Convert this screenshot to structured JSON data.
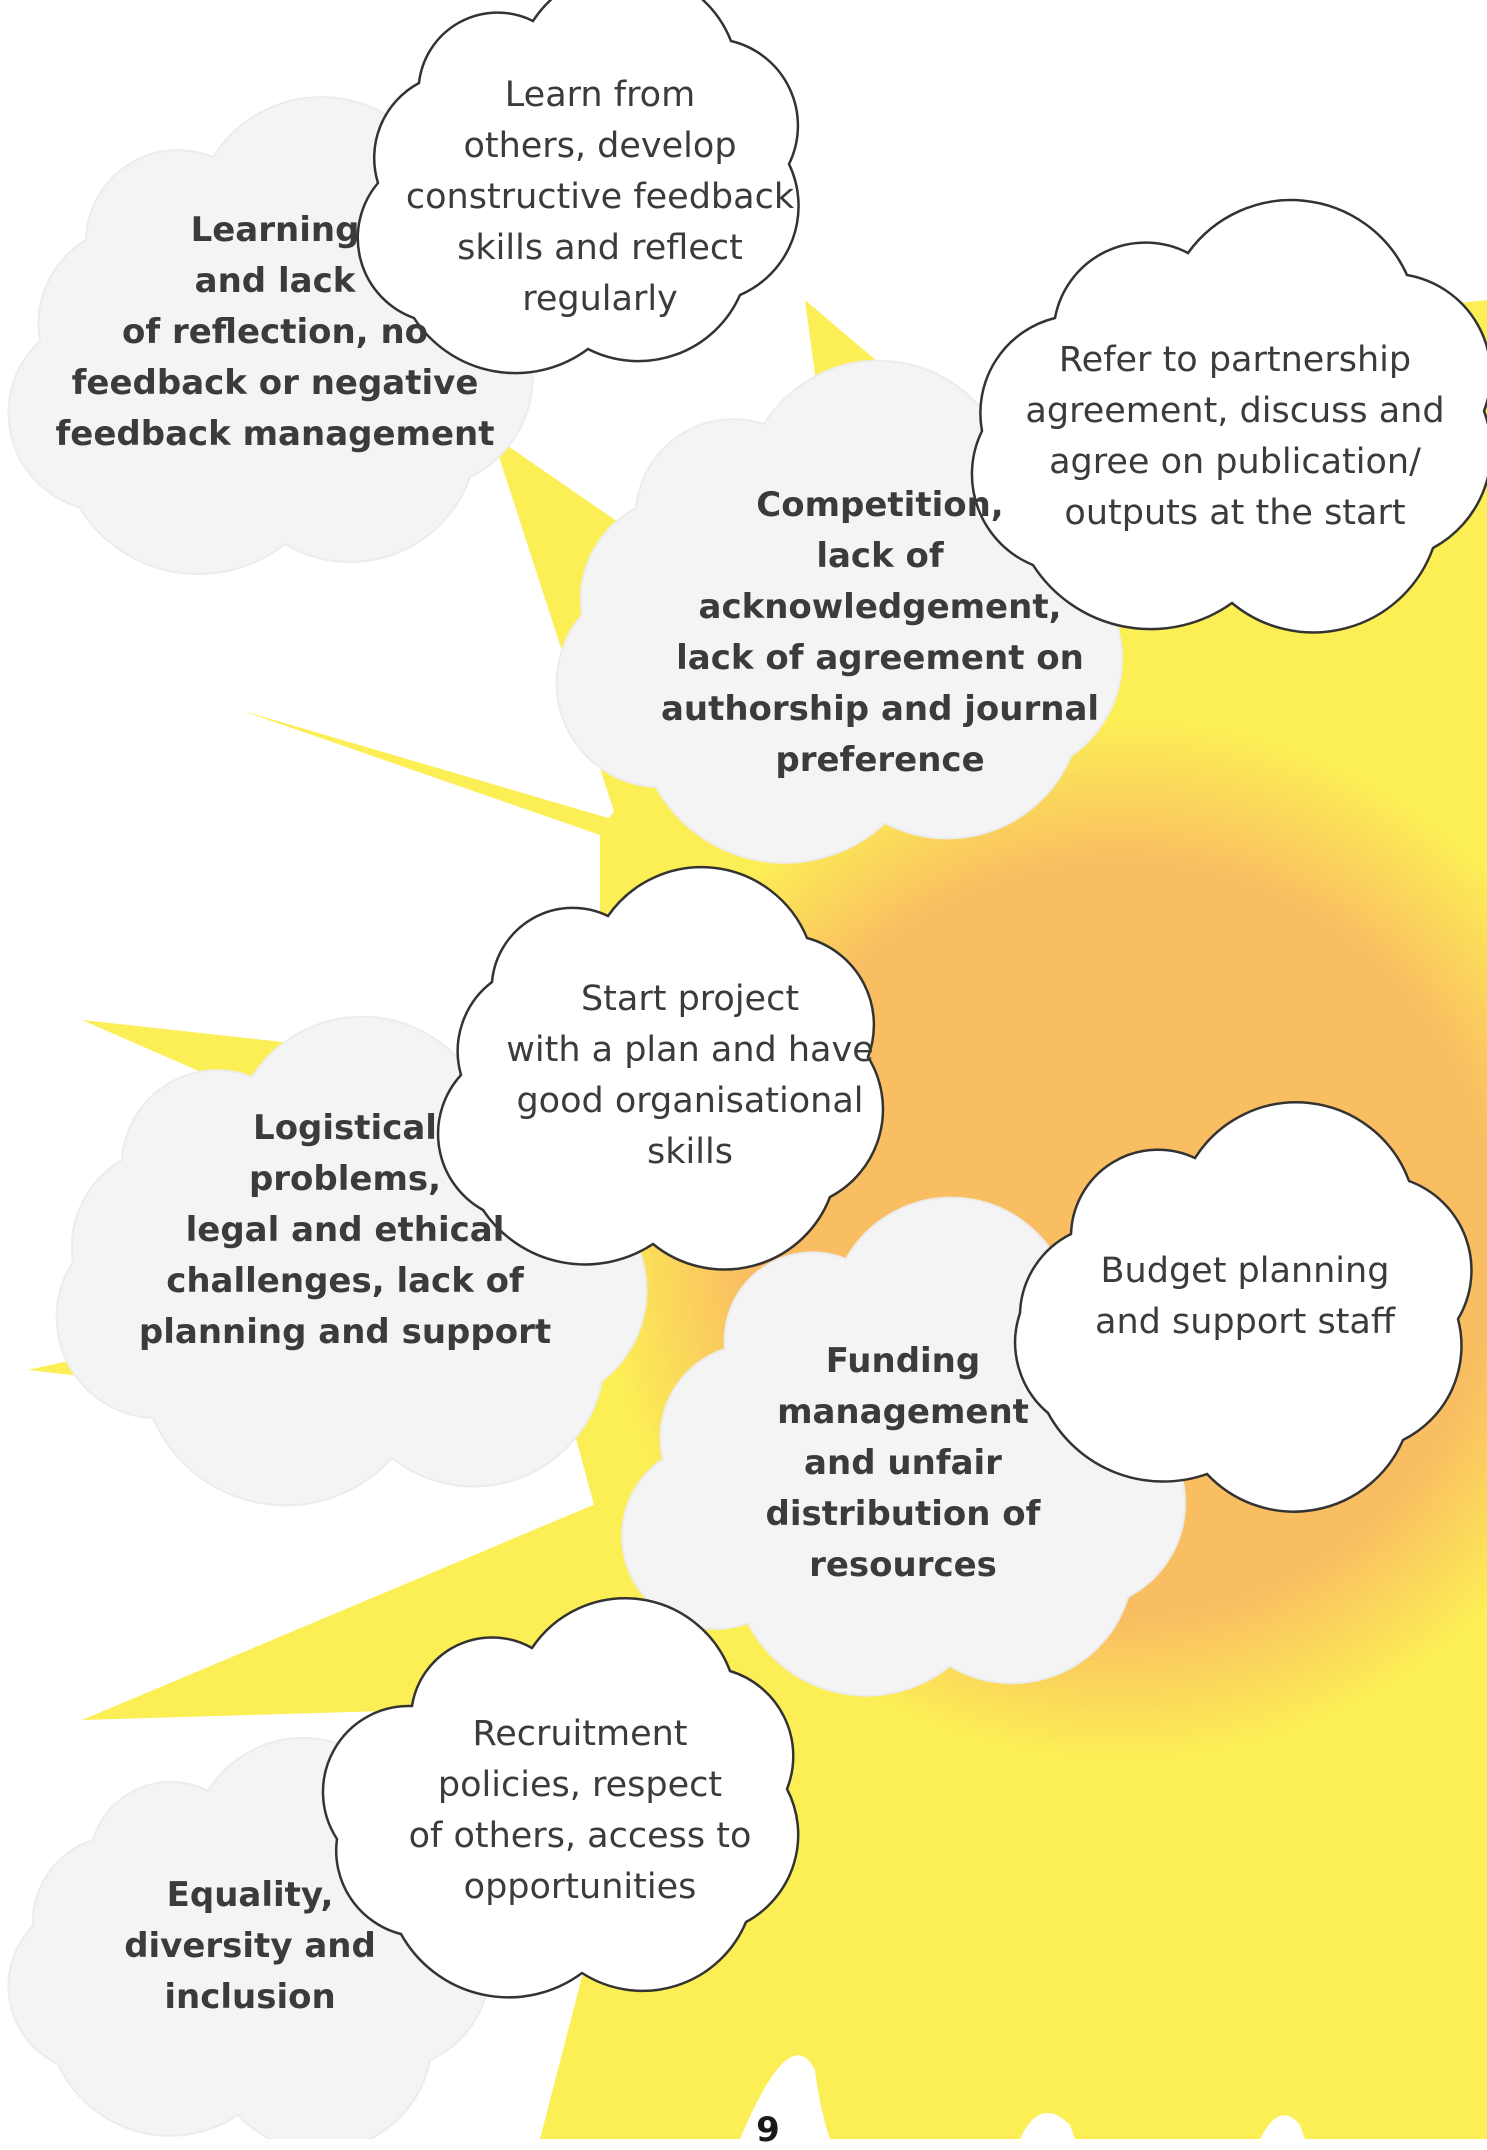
{
  "colors": {
    "sun_yellow": "#fcee55",
    "sun_core": "#f9bd62",
    "challenge_cloud_fill": "#f4f4f4",
    "challenge_cloud_stroke": "#ececec",
    "solution_cloud_fill": "#ffffff",
    "solution_cloud_stroke": "#333333",
    "text": "#3b3b3b"
  },
  "pairs": [
    {
      "challenge": "Learning\nand lack\nof reflection, no\nfeedback or negative\nfeedback management",
      "solution": "Learn from\nothers, develop\nconstructive feedback\nskills and reflect\nregularly"
    },
    {
      "challenge": "Competition,\nlack of\nacknowledgement,\nlack of agreement on\nauthorship and journal\npreference",
      "solution": "Refer to partnership\nagreement, discuss and\nagree on publication/\noutputs at the start"
    },
    {
      "challenge": "Logistical\nproblems,\nlegal and ethical\nchallenges, lack of\nplanning and support",
      "solution": "Start project\nwith a plan and have\ngood organisational\nskills"
    },
    {
      "challenge": "Funding\nmanagement\nand unfair\ndistribution of\nresources",
      "solution": "Budget planning\nand support staff"
    },
    {
      "challenge": "Equality,\ndiversity and\ninclusion",
      "solution": "Recruitment\npolicies, respect\nof others, access to\nopportunities"
    }
  ],
  "page_number": "9"
}
